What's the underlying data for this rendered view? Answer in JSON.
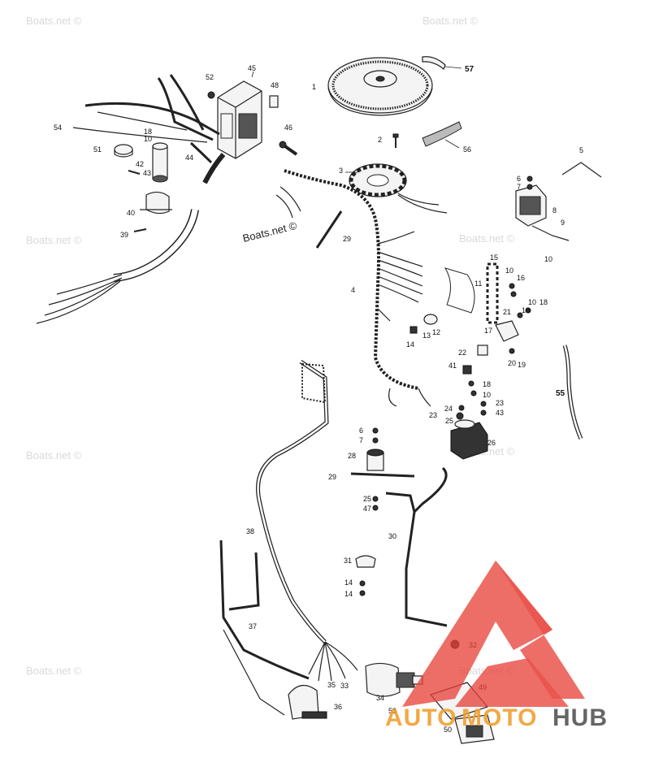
{
  "watermarks": {
    "site": "Boats.net ©",
    "center": "Boats.net ©"
  },
  "logo": {
    "text_a": "AUTO",
    "text_b": "MOTO",
    "text_c": "HUB",
    "color_red": "#e8423a",
    "color_orange": "#f0a030",
    "color_gray": "#555555"
  },
  "callouts": [
    {
      "id": "c57",
      "label": "57"
    },
    {
      "id": "c1",
      "label": "1"
    },
    {
      "id": "c45",
      "label": "45"
    },
    {
      "id": "c52",
      "label": "52"
    },
    {
      "id": "c48",
      "label": "48"
    },
    {
      "id": "c54",
      "label": "54"
    },
    {
      "id": "c18a",
      "label": "18"
    },
    {
      "id": "c10a",
      "label": "10"
    },
    {
      "id": "c46",
      "label": "46"
    },
    {
      "id": "c2",
      "label": "2"
    },
    {
      "id": "c56",
      "label": "56"
    },
    {
      "id": "c5",
      "label": "5"
    },
    {
      "id": "c51",
      "label": "51"
    },
    {
      "id": "c44",
      "label": "44"
    },
    {
      "id": "c42",
      "label": "42"
    },
    {
      "id": "c43a",
      "label": "43"
    },
    {
      "id": "c3",
      "label": "3"
    },
    {
      "id": "c6a",
      "label": "6"
    },
    {
      "id": "c7a",
      "label": "7"
    },
    {
      "id": "c8",
      "label": "8"
    },
    {
      "id": "c9",
      "label": "9"
    },
    {
      "id": "c40",
      "label": "40"
    },
    {
      "id": "c39",
      "label": "39"
    },
    {
      "id": "c29a",
      "label": "29"
    },
    {
      "id": "c10b",
      "label": "10"
    },
    {
      "id": "c15",
      "label": "15"
    },
    {
      "id": "c10c",
      "label": "10"
    },
    {
      "id": "c16",
      "label": "16"
    },
    {
      "id": "c11",
      "label": "11"
    },
    {
      "id": "c4",
      "label": "4"
    },
    {
      "id": "c18b",
      "label": "18"
    },
    {
      "id": "c10d",
      "label": "10"
    },
    {
      "id": "c18c",
      "label": "18"
    },
    {
      "id": "c21",
      "label": "21"
    },
    {
      "id": "c17",
      "label": "17"
    },
    {
      "id": "c13",
      "label": "13"
    },
    {
      "id": "c12",
      "label": "12"
    },
    {
      "id": "c14a",
      "label": "14"
    },
    {
      "id": "c22",
      "label": "22"
    },
    {
      "id": "c20",
      "label": "20"
    },
    {
      "id": "c19",
      "label": "19"
    },
    {
      "id": "c41",
      "label": "41"
    },
    {
      "id": "c55",
      "label": "55"
    },
    {
      "id": "c18d",
      "label": "18"
    },
    {
      "id": "c10e",
      "label": "10"
    },
    {
      "id": "c24",
      "label": "24"
    },
    {
      "id": "c23a",
      "label": "23"
    },
    {
      "id": "c23b",
      "label": "23"
    },
    {
      "id": "c25a",
      "label": "25"
    },
    {
      "id": "c43b",
      "label": "43"
    },
    {
      "id": "c6b",
      "label": "6"
    },
    {
      "id": "c7b",
      "label": "7"
    },
    {
      "id": "c26",
      "label": "26"
    },
    {
      "id": "c28",
      "label": "28"
    },
    {
      "id": "c29b",
      "label": "29"
    },
    {
      "id": "c25b",
      "label": "25"
    },
    {
      "id": "c47",
      "label": "47"
    },
    {
      "id": "c38",
      "label": "38"
    },
    {
      "id": "c30",
      "label": "30"
    },
    {
      "id": "c31",
      "label": "31"
    },
    {
      "id": "c14b",
      "label": "14"
    },
    {
      "id": "c14c",
      "label": "14"
    },
    {
      "id": "c37",
      "label": "37"
    },
    {
      "id": "c32",
      "label": "32"
    },
    {
      "id": "c35",
      "label": "35"
    },
    {
      "id": "c33",
      "label": "33"
    },
    {
      "id": "c34",
      "label": "34"
    },
    {
      "id": "c36",
      "label": "36"
    },
    {
      "id": "c49",
      "label": "49"
    },
    {
      "id": "c53",
      "label": "53"
    },
    {
      "id": "c50",
      "label": "50"
    }
  ]
}
